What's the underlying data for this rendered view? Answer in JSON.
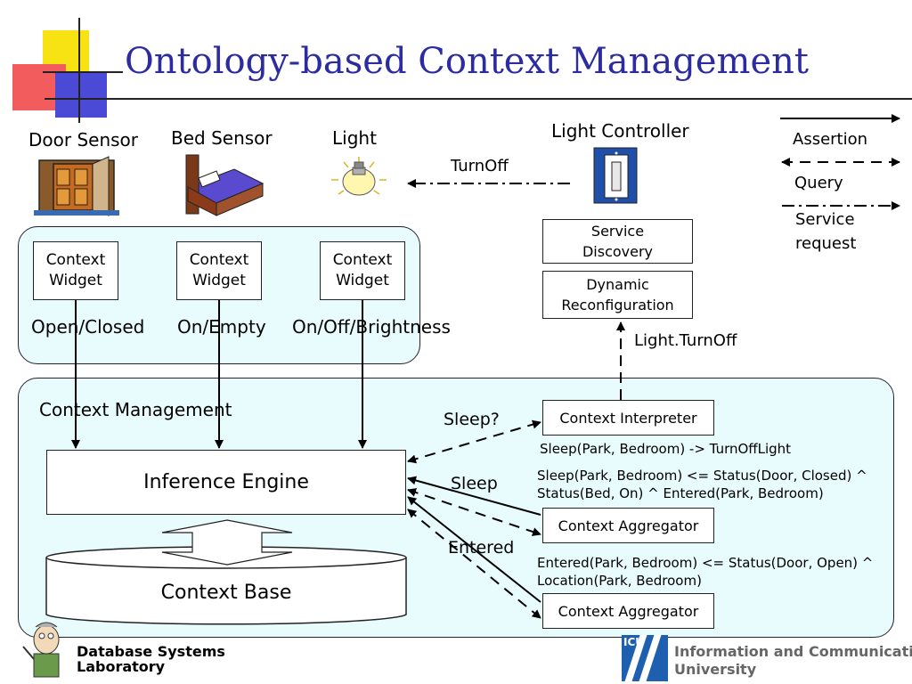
{
  "title": "Ontology-based Context Management",
  "sensors": {
    "door": "Door Sensor",
    "bed": "Bed Sensor",
    "light": "Light",
    "controller": "Light Controller"
  },
  "turnoff_label": "TurnOff",
  "legend": {
    "assertion": "Assertion",
    "query": "Query",
    "service_request_1": "Service",
    "service_request_2": "request"
  },
  "service_discovery": [
    "Service",
    "Discovery"
  ],
  "dynamic_reconfig": [
    "Dynamic",
    "Reconfiguration"
  ],
  "light_turnoff_label": "Light.TurnOff",
  "widgets": [
    {
      "line1": "Context",
      "line2": "Widget",
      "state": "Open/Closed"
    },
    {
      "line1": "Context",
      "line2": "Widget",
      "state": "On/Empty"
    },
    {
      "line1": "Context",
      "line2": "Widget",
      "state": "On/Off/Brightness"
    }
  ],
  "context_management_label": "Context Management",
  "inference_engine": "Inference Engine",
  "context_base": "Context Base",
  "context_interpreter": "Context Interpreter",
  "sleep_q": "Sleep?",
  "sleep": "Sleep",
  "entered": "Entered",
  "rule_interpreter": "Sleep(Park, Bedroom) -> TurnOffLight",
  "rule_sleep_1": "Sleep(Park, Bedroom) <= Status(Door, Closed) ^",
  "rule_sleep_2": "Status(Bed, On) ^ Entered(Park, Bedroom)",
  "aggregator_1": "Context Aggregator",
  "rule_entered_1": "Entered(Park, Bedroom) <= Status(Door, Open) ^",
  "rule_entered_2": "Location(Park, Bedroom)",
  "aggregator_2": "Context Aggregator",
  "footer_lab_1": "Database Systems",
  "footer_lab_2": "Laboratory",
  "footer_univ_1": "Information and Communications",
  "footer_univ_2": "University",
  "footer_univ_logo": "ICU",
  "colors": {
    "title": "#2c2ca0",
    "region": "#e8fbfd"
  }
}
